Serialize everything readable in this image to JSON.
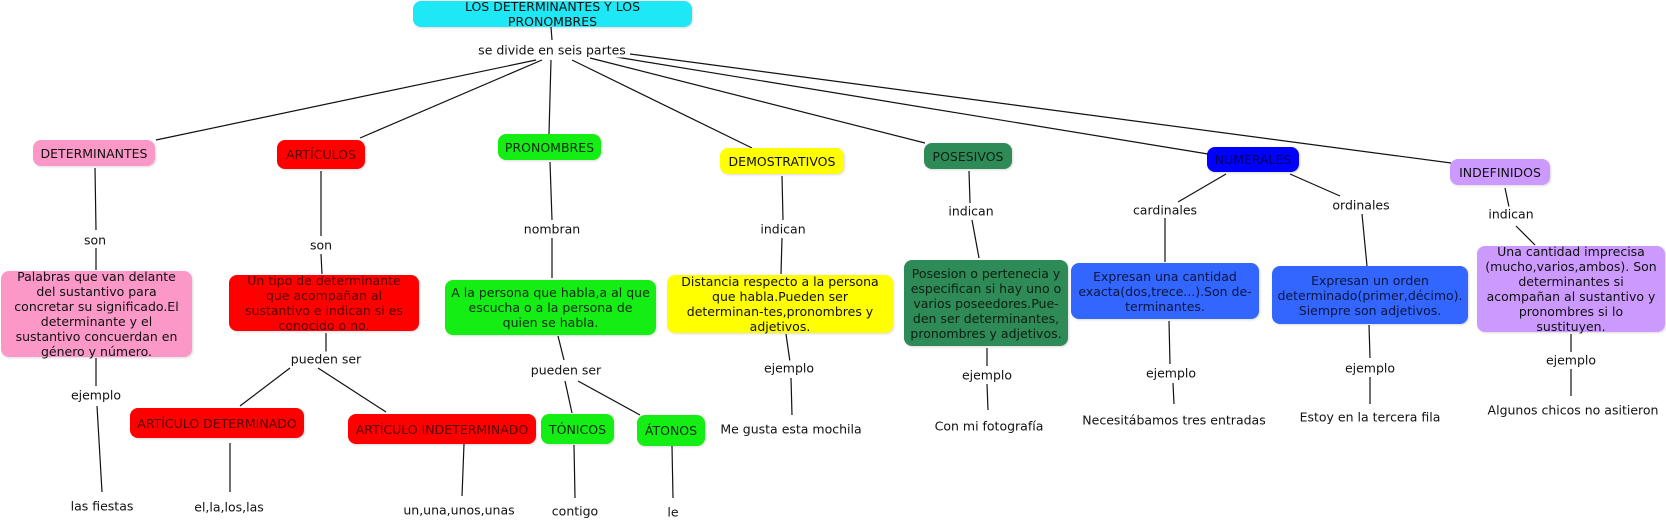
{
  "title": "LOS DETERMINANTES Y LOS PRONOMBRES",
  "root_link": "se divide en seis partes",
  "colors": {
    "root": "#1ee8f5",
    "determinantes": "#fb98c8",
    "articulos": "#ff0000",
    "pronombres": "#15ee15",
    "demostrativos": "#ffff00",
    "posesivos": "#2e8b57",
    "numerales": "#0000ff",
    "numerales_desc": "#3366ff",
    "indefinidos": "#cc99ff"
  },
  "branches": {
    "determinantes": {
      "label": "DETERMINANTES",
      "link": "son",
      "description": "Palabras que van delante del sustantivo para concretar su significado.El determinante y el sustantivo concuerdan en género y número.",
      "example_link": "ejemplo",
      "example": "las fiestas"
    },
    "articulos": {
      "label": "ARTÍCULOS",
      "link": "son",
      "description": "Un tipo de determinante que acompañan al sustantivo e indican si es conocido o no.",
      "sub_link": "pueden ser",
      "subtypes": [
        {
          "label": "ARTÍCULO DETERMINADO",
          "example": "el,la,los,las"
        },
        {
          "label": "ARTÍCULO INDETERMINADO",
          "example": "un,una,unos,unas"
        }
      ]
    },
    "pronombres": {
      "label": "PRONOMBRES",
      "link": "nombran",
      "description": "A la persona que habla,a al que escucha o a la persona de quien se habla.",
      "sub_link": "pueden ser",
      "subtypes": [
        {
          "label": "TÓNICOS",
          "example": "contigo"
        },
        {
          "label": "ÁTONOS",
          "example": "le"
        }
      ]
    },
    "demostrativos": {
      "label": "DEMOSTRATIVOS",
      "link": "indican",
      "description": "Distancia respecto a la persona que habla.Pueden ser determinan-tes,pronombres y adjetivos.",
      "example_link": "ejemplo",
      "example": "Me gusta esta mochila"
    },
    "posesivos": {
      "label": "POSESIVOS",
      "link": "indican",
      "description": "Posesion o pertenecia y especifican si hay uno o varios poseedores.Pue-den ser determinantes, pronombres y adjetivos.",
      "example_link": "ejemplo",
      "example": "Con mi fotografía"
    },
    "numerales": {
      "label": "NUMERALES",
      "cardinales": {
        "link": "cardinales",
        "description": "Expresan una cantidad exacta(dos,trece...).Son de-terminantes.",
        "example_link": "ejemplo",
        "example": "Necesitábamos tres entradas"
      },
      "ordinales": {
        "link": "ordinales",
        "description": "Expresan un orden determinado(primer,décimo). Siempre son adjetivos.",
        "example_link": "ejemplo",
        "example": "Estoy en la tercera fila"
      }
    },
    "indefinidos": {
      "label": "INDEFINIDOS",
      "link": "indican",
      "description": "Una cantidad imprecisa (mucho,varios,ambos). Son determinantes si acompañan al sustantivo y pronombres si lo sustituyen.",
      "example_link": "ejemplo",
      "example": "Algunos chicos no asitieron"
    }
  }
}
